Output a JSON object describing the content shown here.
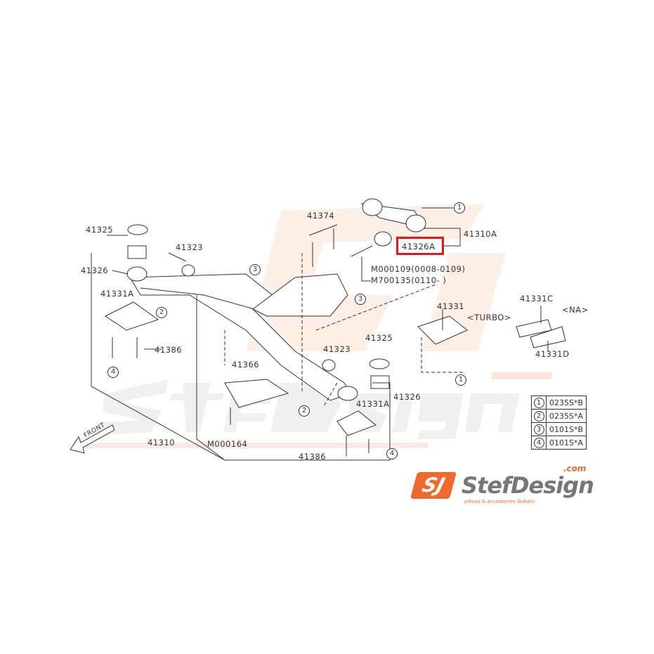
{
  "labels": {
    "l41325a": "41325",
    "l41326a": "41326",
    "l41323a": "41323",
    "l41331a1": "41331A",
    "l41386a": "41386",
    "l41374": "41374",
    "l41310a": "41310A",
    "l41326A": "41326A",
    "m000109": "M000109(0008-0109)",
    "m700135": "M700135(0110-     )",
    "l41331": "41331",
    "turbo": "<TURBO>",
    "l41331c": "41331C",
    "na": "<NA>",
    "l41331d": "41331D",
    "l41323b": "41323",
    "l41325b": "41325",
    "l41366": "41366",
    "l41331a2": "41331A",
    "l41326b": "41326",
    "l41310": "41310",
    "m000164": "M000164",
    "l41386b": "41386",
    "front": "FRONT"
  },
  "highlighted_part": "41326A",
  "highlight_color": "#e3161c",
  "callouts": [
    "1",
    "2",
    "3",
    "3",
    "4",
    "2",
    "1",
    "4"
  ],
  "legend": [
    {
      "num": "1",
      "code": "0235S*B"
    },
    {
      "num": "2",
      "code": "0235S*A"
    },
    {
      "num": "3",
      "code": "0101S*B"
    },
    {
      "num": "4",
      "code": "0101S*A"
    }
  ],
  "logo": {
    "mark": "SJ",
    "name": "StefDesign",
    ".com": ".com",
    "tagline": "pièces & accessoires Subaru"
  },
  "watermark": {
    "name": "StefDesign",
    "com": ".com",
    "tagline": "pièces & accessoires Subaru"
  }
}
